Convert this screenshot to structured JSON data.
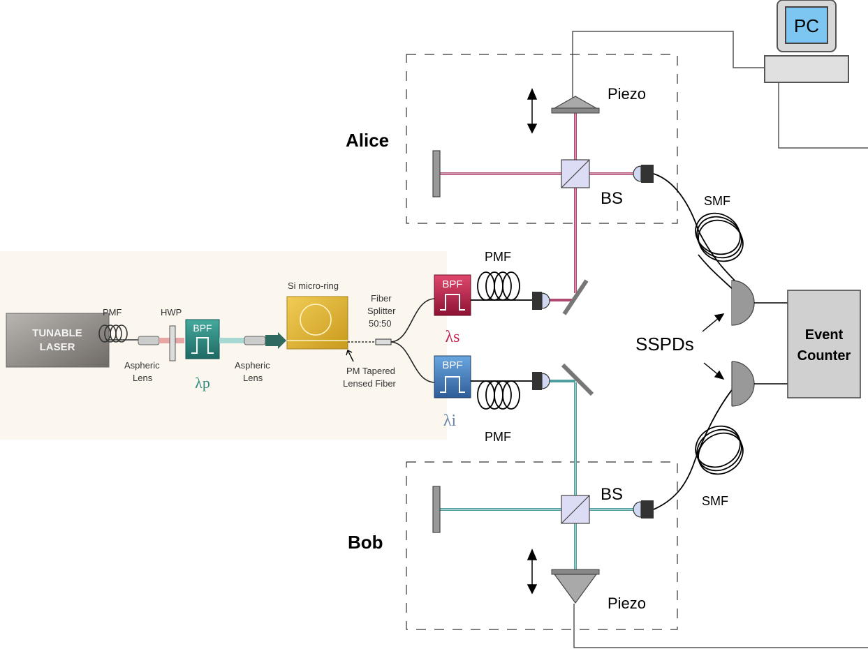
{
  "labels": {
    "alice": "Alice",
    "bob": "Bob",
    "piezo_top": "Piezo",
    "piezo_bottom": "Piezo",
    "bs_top": "BS",
    "bs_bottom": "BS",
    "smf_top": "SMF",
    "smf_bottom": "SMF",
    "pmf_top": "PMF",
    "pmf_bottom": "PMF",
    "sspds": "SSPDs",
    "event_counter_1": "Event",
    "event_counter_2": "Counter",
    "pc": "PC",
    "laser_1": "TUNABLE",
    "laser_2": "LASER",
    "pmf_laser": "PMF",
    "hwp": "HWP",
    "aspheric1_1": "Aspheric",
    "aspheric1_2": "Lens",
    "aspheric2_1": "Aspheric",
    "aspheric2_2": "Lens",
    "lambda_p": "λp",
    "lambda_s": "λs",
    "lambda_i": "λi",
    "bpf1": "BPF",
    "bpf2": "BPF",
    "bpf3": "BPF",
    "micro_ring": "Si micro-ring",
    "splitter_1": "Fiber",
    "splitter_2": "Splitter",
    "splitter_3": "50:50",
    "tapered_1": "PM Tapered",
    "tapered_2": "Lensed Fiber"
  },
  "colors": {
    "signal_beam": "#b04a72",
    "idler_beam": "#4f9e9e",
    "pump_beam": "#d88a8a",
    "bpf_signal": "#c4244e",
    "bpf_idler": "#3b7fc0",
    "bpf_pump": "#2f8a82",
    "ring_chip": "#e0b63a"
  }
}
